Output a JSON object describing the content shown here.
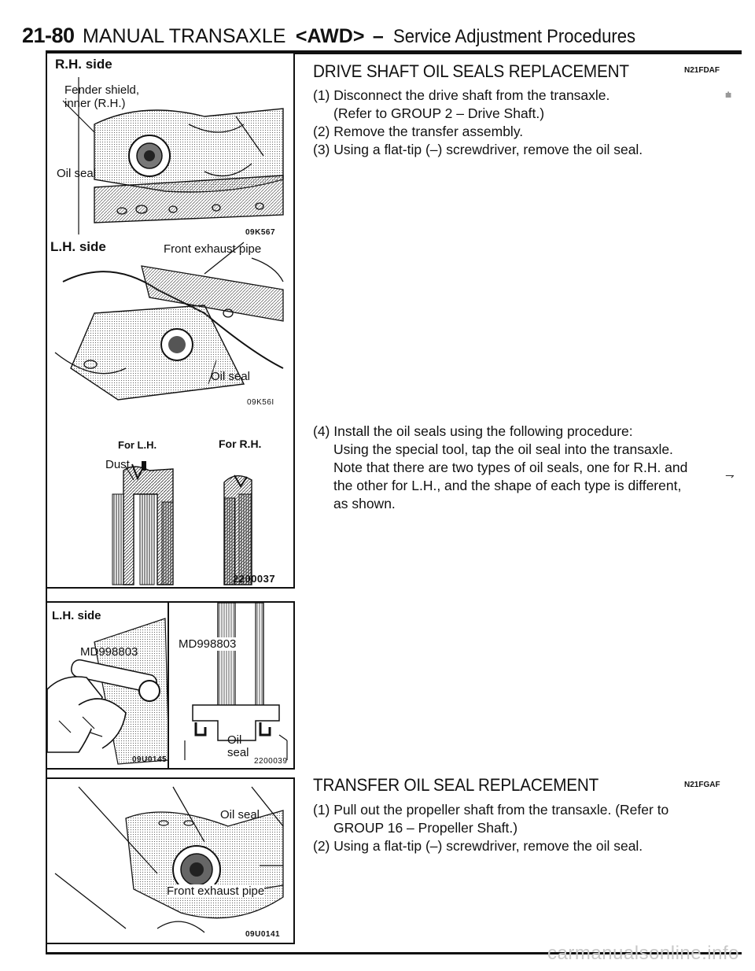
{
  "header": {
    "page_number": "21-80",
    "manual_section": "MANUAL TRANSAXLE",
    "variant": "<AWD>",
    "dash": "–",
    "subtitle": "Service Adjustment Procedures"
  },
  "figures": {
    "fig1": {
      "rh_side": "R.H. side",
      "fender_shield": "Fender shield,",
      "inner_rh": "inner (R.H.)",
      "oil_seal_1": "Oil seal",
      "code_upper": "09K567",
      "lh_side": "L.H. side",
      "front_exhaust_pipe": "Front exhaust pipe",
      "oil_seal_2": "Oil seal",
      "code_lower": "09K56I"
    },
    "fig2": {
      "for_lh": "For L.H.",
      "for_rh": "For R.H.",
      "dust": "Dust",
      "code": "2200037"
    },
    "fig3": {
      "lh_side": "L.H. side",
      "tool_left": "MD998803",
      "tool_right": "MD998803",
      "oil": "Oil",
      "seal": "seal",
      "code_left": "09U0145",
      "code_right": "2200039"
    },
    "fig4": {
      "oil_seal": "Oil seal",
      "front_exhaust_pipe": "Front exhaust pipe",
      "code": "09U0141"
    }
  },
  "section1": {
    "title": "DRIVE SHAFT OIL SEALS REPLACEMENT",
    "code": "N21FDAF",
    "steps": [
      "(1) Disconnect the drive shaft from the transaxle.",
      "(Refer to GROUP 2 – Drive Shaft.)",
      "(2) Remove the transfer assembly.",
      "(3) Using a flat-tip (–) screwdriver, remove the oil seal."
    ],
    "step4": [
      "(4) Install the oil seals using the following procedure:",
      "Using the special tool, tap the oil seal into the transaxle.",
      "Note that there are two types of oil seals, one for R.H. and",
      "the other for L.H., and the shape of each type is different,",
      "as shown."
    ]
  },
  "section2": {
    "title": "TRANSFER OIL SEAL REPLACEMENT",
    "code": "N21FGAF",
    "steps": [
      "(1) Pull out the propeller shaft from the transaxle. (Refer to",
      "GROUP 16 – Propeller Shaft.)",
      "(2) Using a flat-tip (–) screwdriver, remove the oil seal."
    ]
  },
  "watermark": "carmanualsonline.info"
}
